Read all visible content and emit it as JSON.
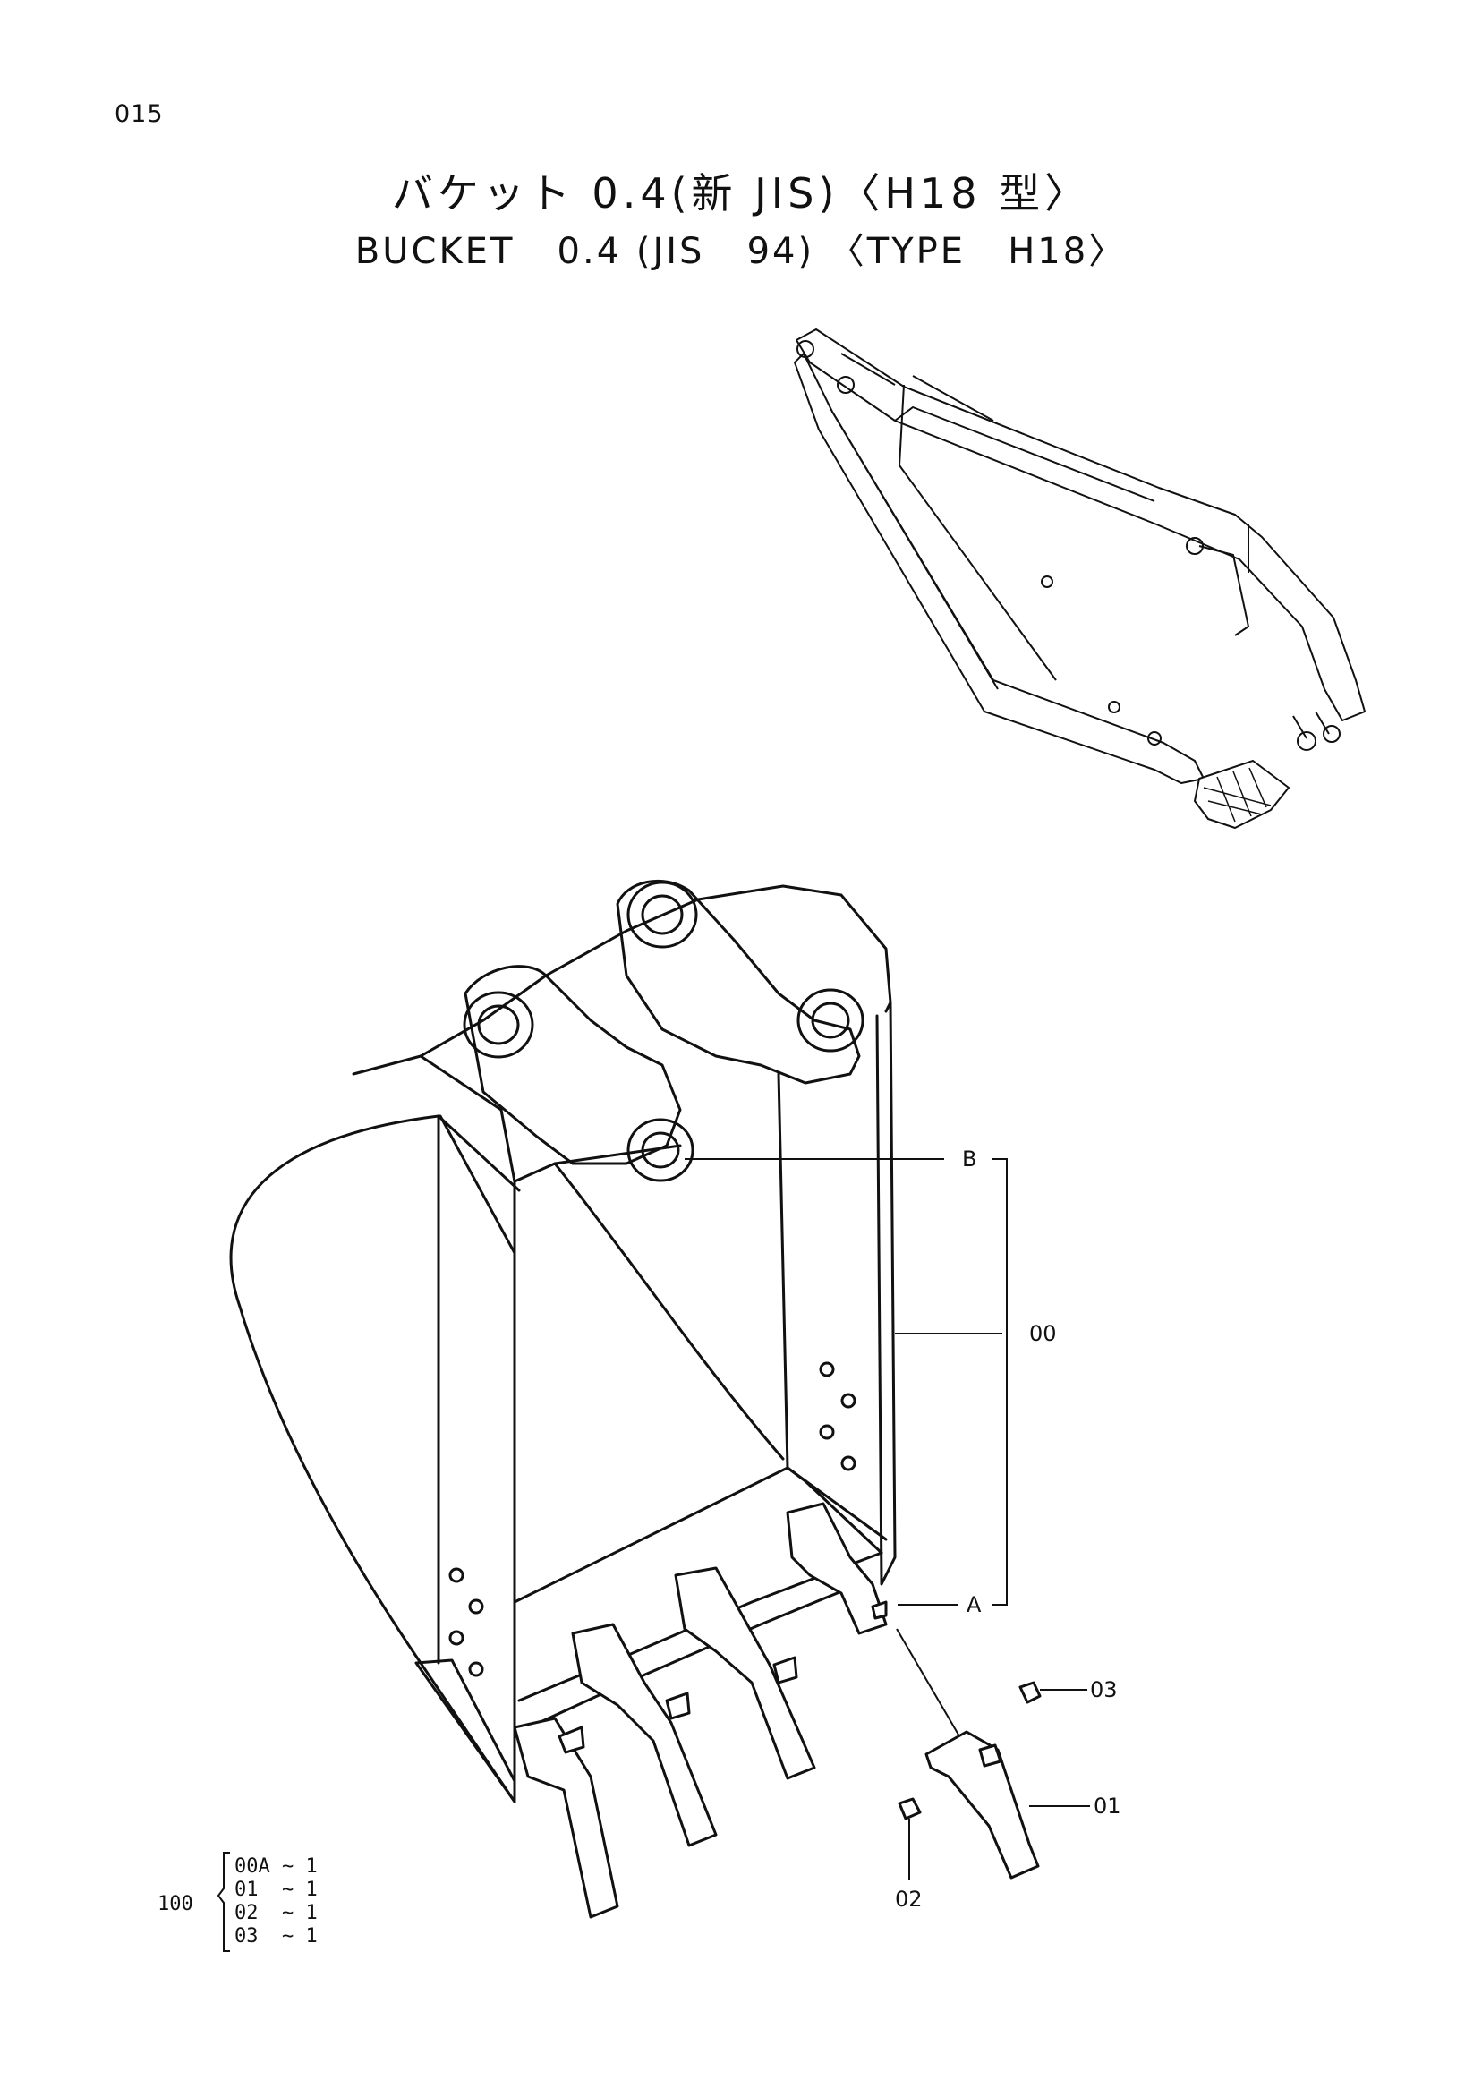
{
  "page_number": "015",
  "title_jp": "バケット 0.4(新 JIS)〈H18 型〉",
  "title_en": "BUCKET   0.4 (JIS   94) 〈TYPE   H18〉",
  "callouts": {
    "B": "B",
    "A": "A",
    "part00": "00",
    "part01": "01",
    "part02": "02",
    "part03": "03"
  },
  "kit": {
    "assembly_no": "100",
    "rows": [
      {
        "part": "00A",
        "qty": "~ 1"
      },
      {
        "part": "01",
        "qty": "~ 1"
      },
      {
        "part": "02",
        "qty": "~ 1"
      },
      {
        "part": "03",
        "qty": "~ 1"
      }
    ]
  }
}
